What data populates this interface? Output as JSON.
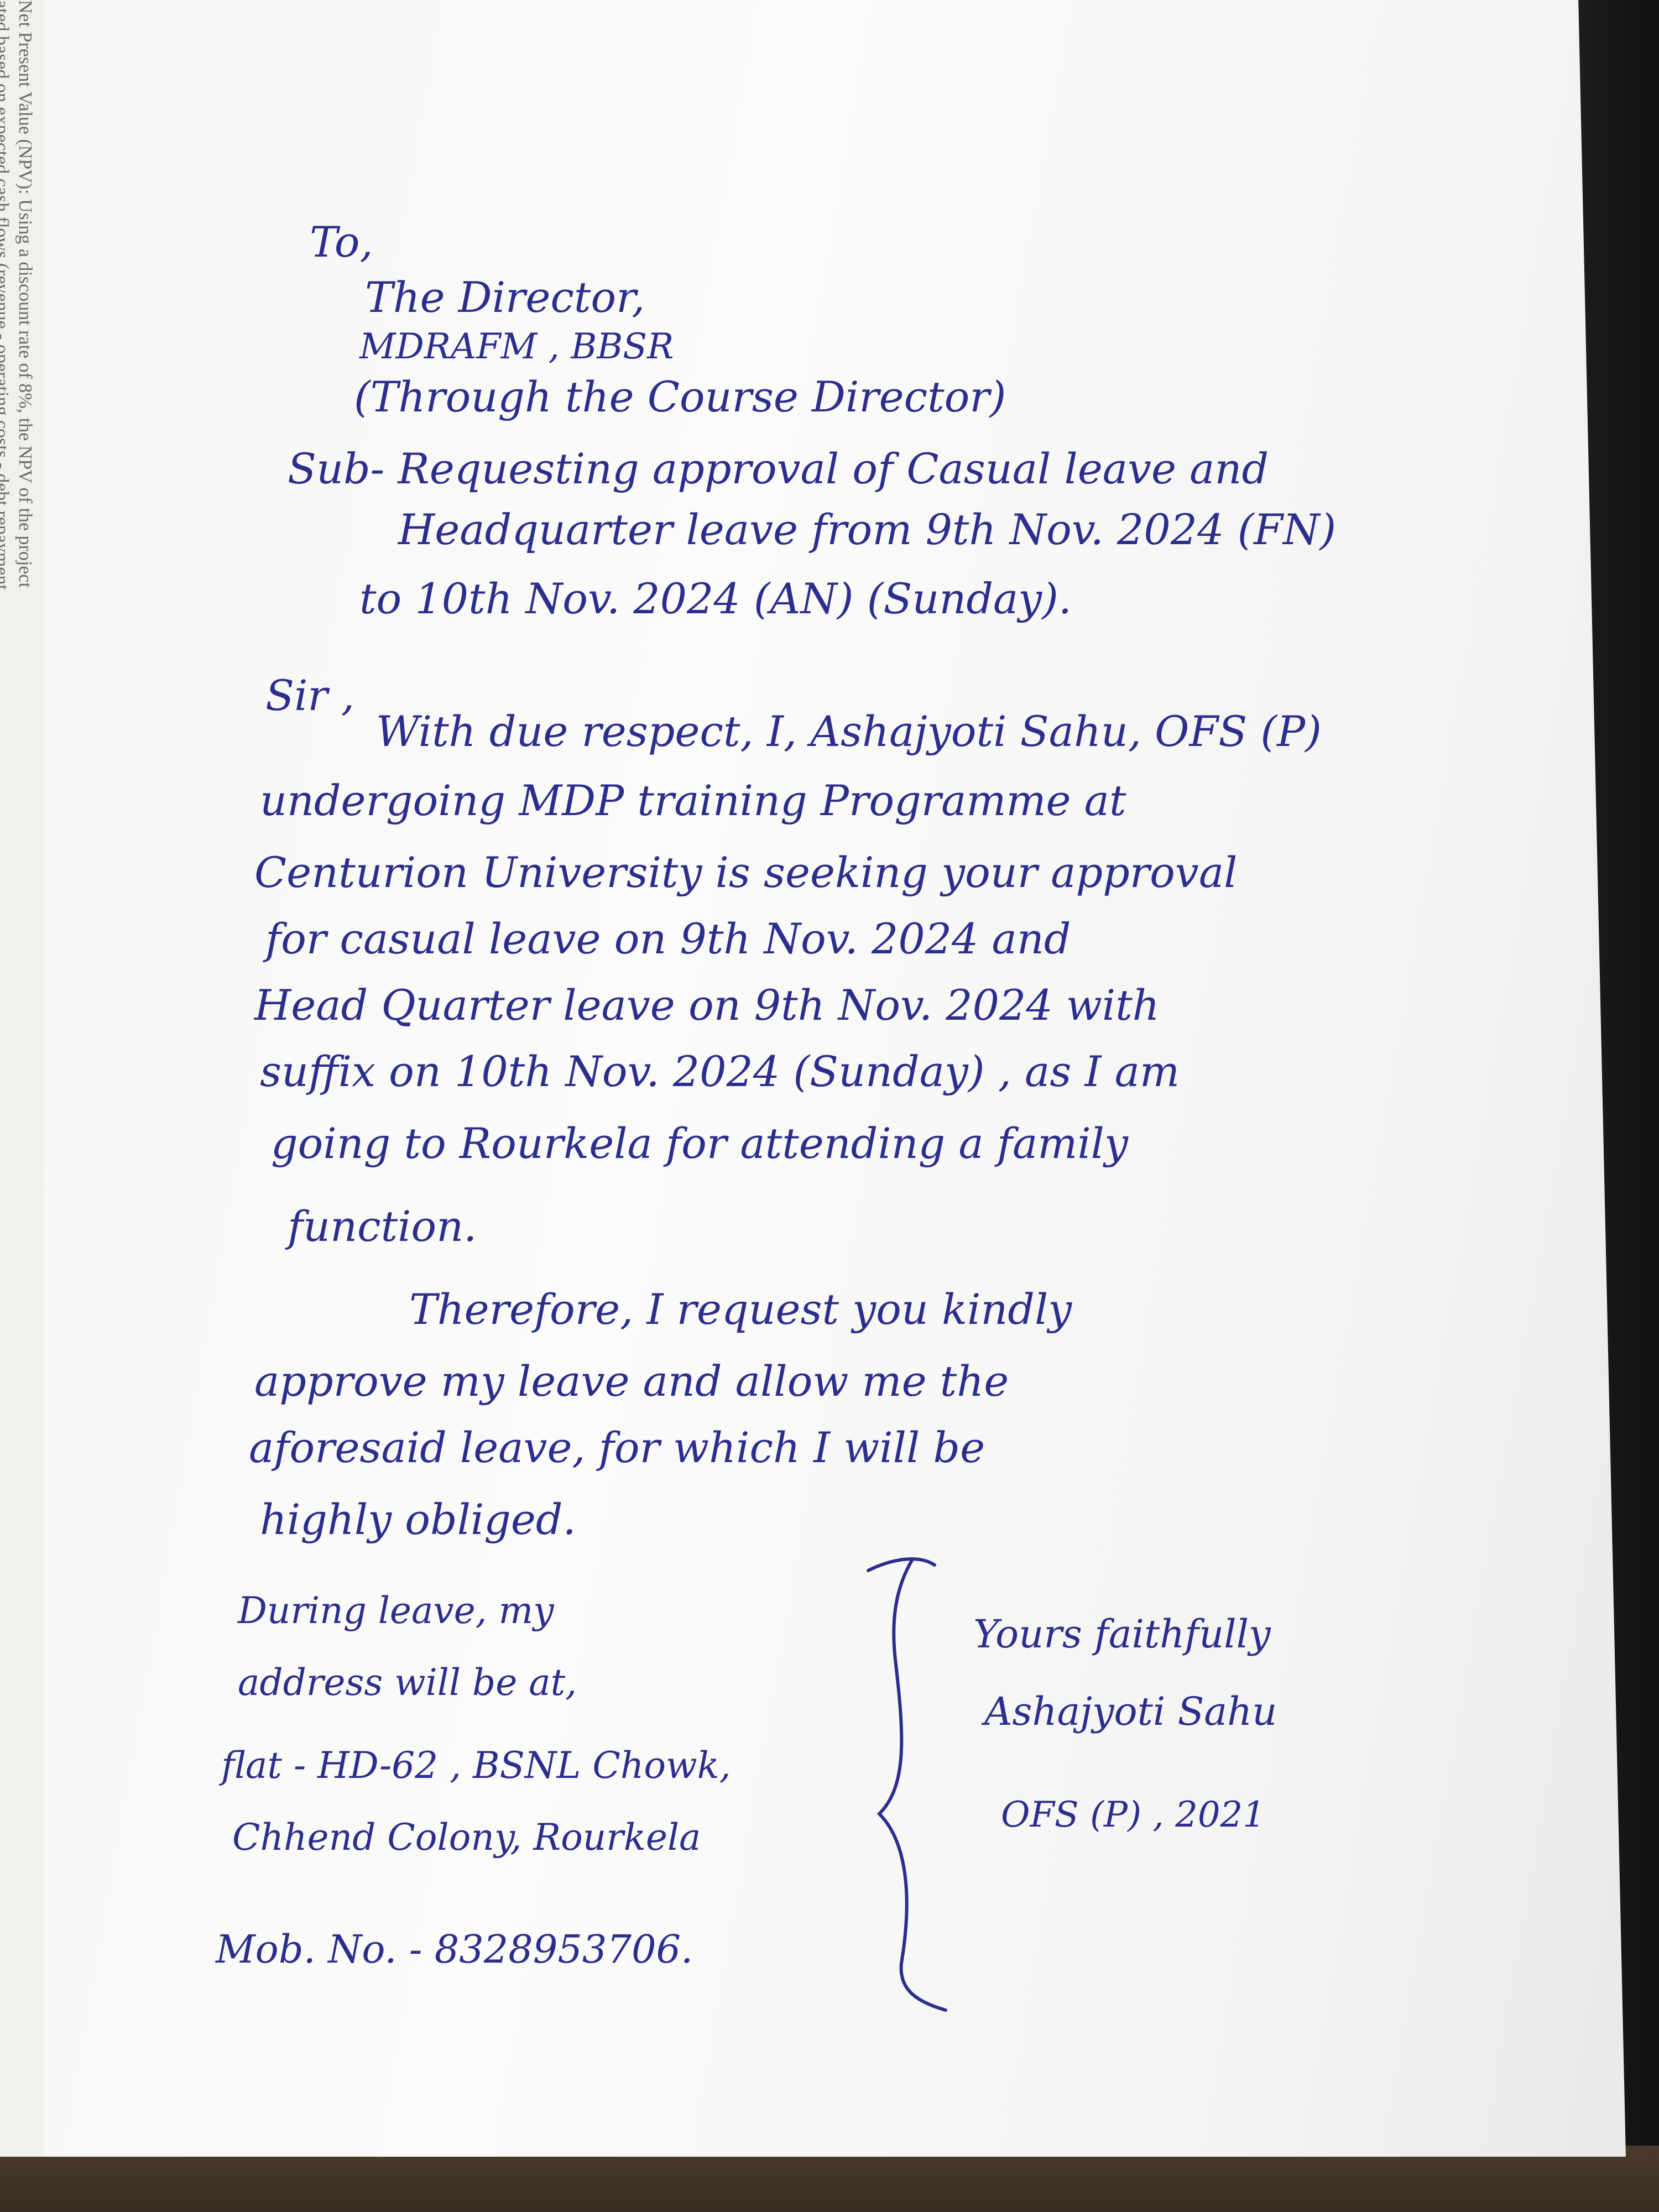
{
  "underlying_page": {
    "lines": [
      "Net Present Value (NPV): Using a discount rate of 8%, the NPV of the project",
      "ated based on expected cash flows (revenue - operating costs - debt repayment"
    ]
  },
  "letter": {
    "salutation_to": "To,",
    "recipient": {
      "line1": "The Director,",
      "line2": "MDRAFM , BBSR",
      "line3": "(Through the Course Director)"
    },
    "subject": {
      "line1": "Sub- Requesting approval of Casual leave and",
      "line2": "Headquarter leave from 9th Nov. 2024 (FN)",
      "line3": "to 10th Nov. 2024 (AN) (Sunday)."
    },
    "greeting": "Sir ,",
    "body_paragraph_1": [
      "With due respect, I, Ashajyoti Sahu, OFS (P)",
      "undergoing MDP training Programme at",
      "Centurion University is seeking your approval",
      "for casual leave on 9th Nov. 2024 and",
      "Head Quarter leave on 9th Nov. 2024 with",
      "suffix on 10th Nov. 2024 (Sunday) , as I am",
      "going to Rourkela for attending a family",
      "function."
    ],
    "body_paragraph_2": [
      "Therefore, I request you kindly",
      "approve my leave and allow me the",
      "aforesaid leave, for which I will be",
      "highly obliged."
    ],
    "address_block": [
      "During leave, my",
      "address will be at,",
      "flat - HD-62 , BSNL Chowk,",
      "Chhend Colony, Rourkela",
      "Mob. No. - 8328953706."
    ],
    "signature_block": [
      "Yours faithfully",
      "Ashajyoti Sahu",
      "OFS (P) , 2021"
    ]
  },
  "colors": {
    "ink": "#2b2e8c",
    "paper": "#f6f6f4"
  }
}
